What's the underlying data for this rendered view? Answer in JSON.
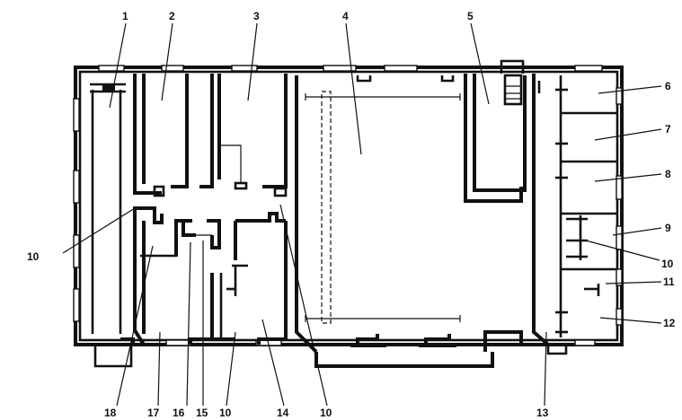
{
  "labels": {
    "l1": "1",
    "l2": "2",
    "l3": "3",
    "l4": "4",
    "l5": "5",
    "l6": "6",
    "l7": "7",
    "l8": "8",
    "l9": "9",
    "l10a": "10",
    "l11": "11",
    "l12": "12",
    "l13": "13",
    "l14": "14",
    "l10b": "10",
    "l10c": "10",
    "l15": "15",
    "l16": "16",
    "l17": "17",
    "l18": "18",
    "l10d": "10"
  },
  "colors": {
    "ink": "#111111",
    "paper": "#ffffff"
  }
}
